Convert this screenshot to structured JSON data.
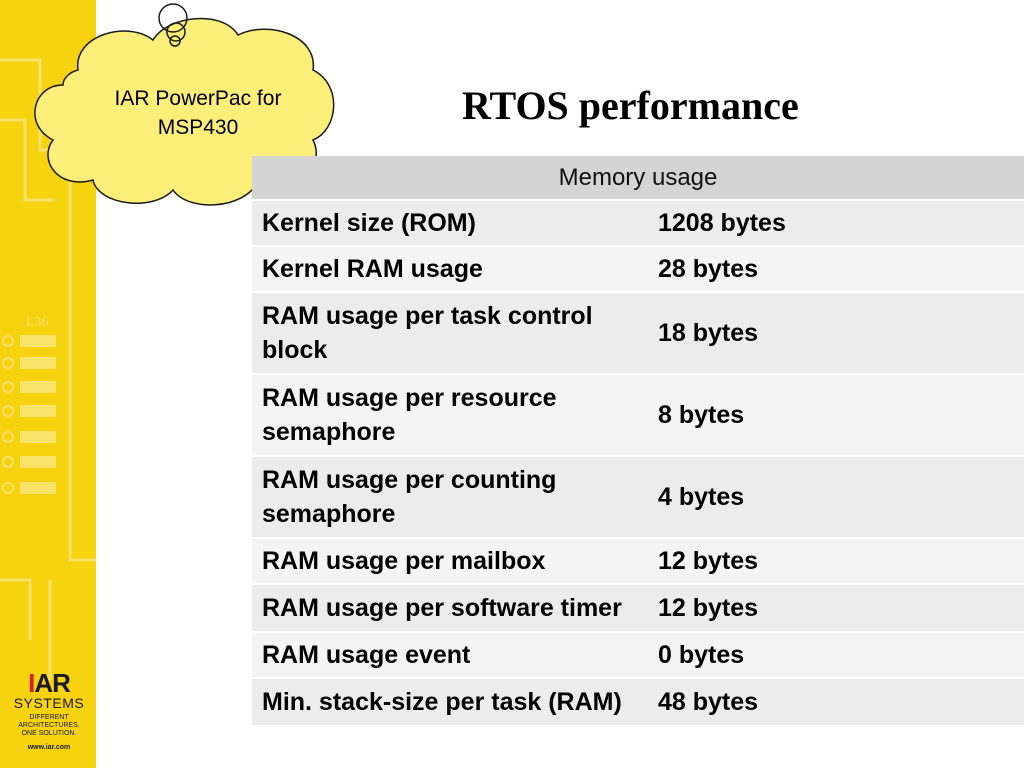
{
  "cloud": {
    "line1": "IAR PowerPac for",
    "line2": "MSP430"
  },
  "title": "RTOS performance",
  "table": {
    "header": "Memory usage",
    "rows": [
      {
        "label": "Kernel size (ROM)",
        "value": "1208 bytes"
      },
      {
        "label": "Kernel RAM usage",
        "value": "28 bytes"
      },
      {
        "label": "RAM usage per task control block",
        "value": "18 bytes"
      },
      {
        "label": "RAM usage per resource semaphore",
        "value": "8 bytes"
      },
      {
        "label": "RAM usage per counting semaphore",
        "value": "4 bytes"
      },
      {
        "label": "RAM usage per mailbox",
        "value": "12 bytes"
      },
      {
        "label": "RAM usage per software timer",
        "value": "12 bytes"
      },
      {
        "label": "RAM usage event",
        "value": "0 bytes"
      },
      {
        "label": "Min. stack-size per task (RAM)",
        "value": "48 bytes"
      }
    ]
  },
  "logo": {
    "mark_i": "I",
    "mark_ar": "AR",
    "sub": "SYSTEMS",
    "tagline_1": "DIFFERENT ARCHITECTURES.",
    "tagline_2": "ONE SOLUTION.",
    "url": "www.iar.com"
  },
  "strip_label": "L36",
  "colors": {
    "brand_yellow": "#f7d20f",
    "cloud_fill": "#fbef7a",
    "header_gray": "#d4d4d4",
    "logo_red": "#d81f26"
  }
}
